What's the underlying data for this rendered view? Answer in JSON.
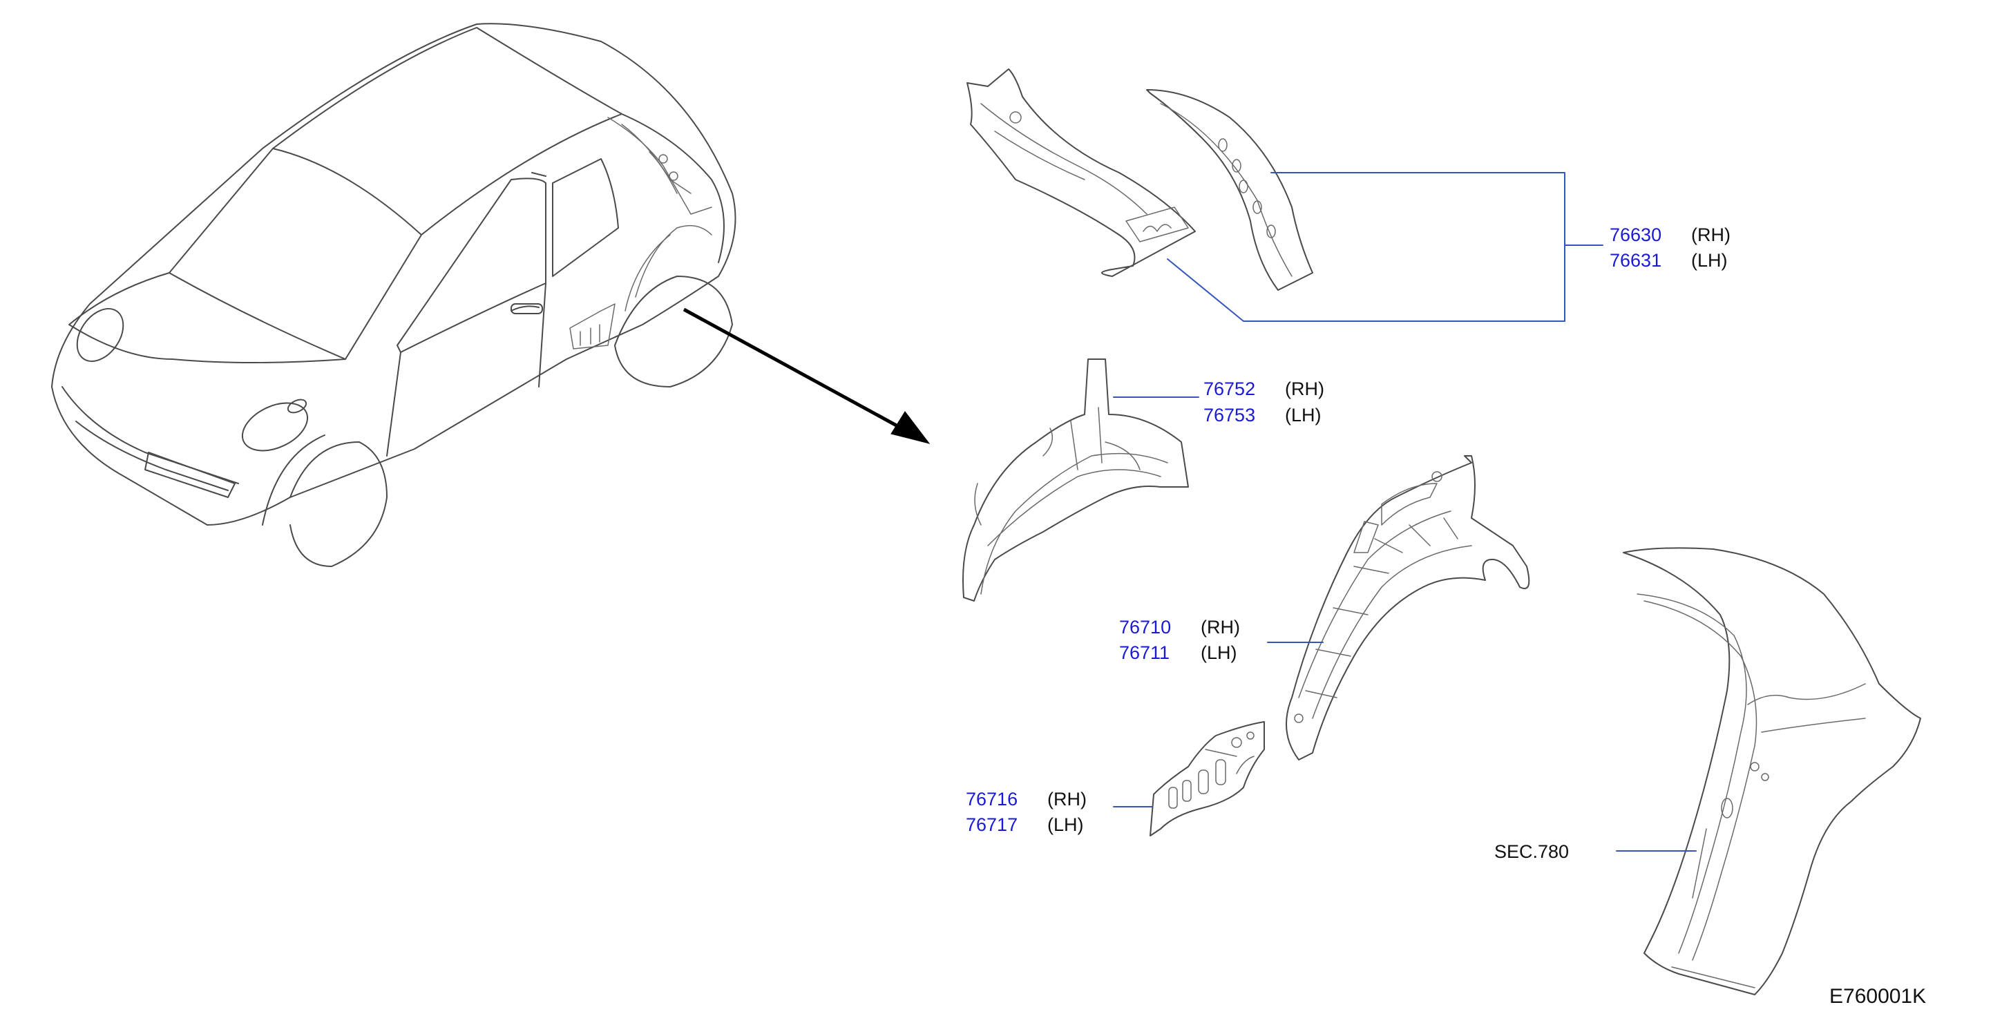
{
  "parts": [
    {
      "number_rh": "76630",
      "side_rh": "(RH)",
      "number_lh": "76631",
      "side_lh": "(LH)"
    },
    {
      "number_rh": "76752",
      "side_rh": "(RH)",
      "number_lh": "76753",
      "side_lh": "(LH)"
    },
    {
      "number_rh": "76710",
      "side_rh": "(RH)",
      "number_lh": "76711",
      "side_lh": "(LH)"
    },
    {
      "number_rh": "76716",
      "side_rh": "(RH)",
      "number_lh": "76717",
      "side_lh": "(LH)"
    }
  ],
  "section_ref": "SEC.780",
  "diagram_code": "E760001K",
  "colors": {
    "part_number": "#1a1ad6",
    "leader_line": "#3355bb",
    "line_art": "#4a4a4a"
  }
}
